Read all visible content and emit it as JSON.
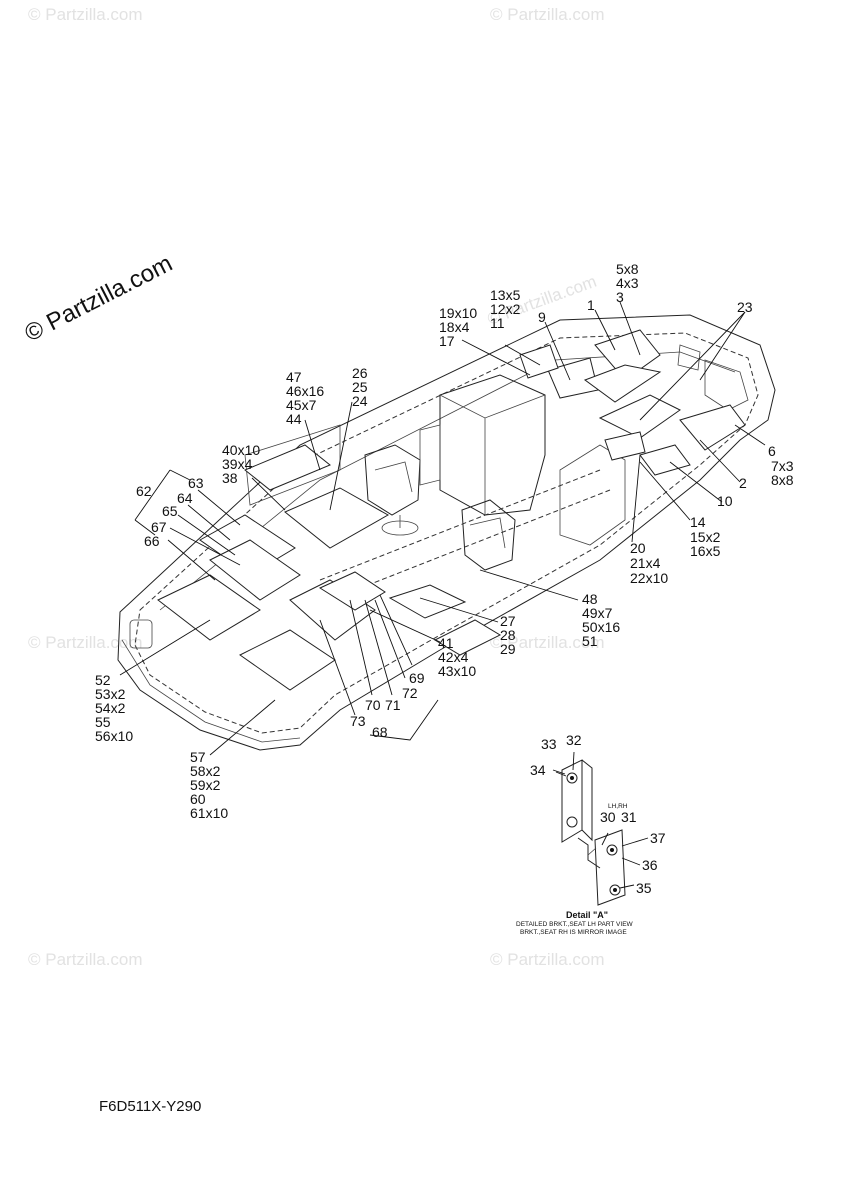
{
  "watermark": {
    "main_text": "© Partzilla.com",
    "repeat_text": "© Partzilla.com"
  },
  "diagram_code": "F6D511X-Y290",
  "detail": {
    "title": "Detail \"A\"",
    "caption_line1": "DETAILED BRKT.,SEAT LH PART VIEW",
    "caption_line2": "BRKT.,SEAT RH IS MIRROR IMAGE",
    "side_note": "LH,RH"
  },
  "callouts": {
    "c5x8": "5x8",
    "c4x3": "4x3",
    "c3": "3",
    "c13x5": "13x5",
    "c12x2": "12x2",
    "c11": "11",
    "c9": "9",
    "c1": "1",
    "c23": "23",
    "c19x10": "19x10",
    "c18x4": "18x4",
    "c17": "17",
    "c47": "47",
    "c46x16": "46x16",
    "c45x7": "45x7",
    "c44": "44",
    "c26": "26",
    "c25": "25",
    "c24": "24",
    "c40x10": "40x10",
    "c39x4": "39x4",
    "c38": "38",
    "c62": "62",
    "c63": "63",
    "c64": "64",
    "c65": "65",
    "c67": "67",
    "c66": "66",
    "c6": "6",
    "c7x3": "7x3",
    "c8x8": "8x8",
    "c2": "2",
    "c10": "10",
    "c14": "14",
    "c15x2": "15x2",
    "c16x5": "16x5",
    "c20": "20",
    "c21x4": "21x4",
    "c22x10": "22x10",
    "c48": "48",
    "c49x7": "49x7",
    "c50x16": "50x16",
    "c51": "51",
    "c27": "27",
    "c28": "28",
    "c29": "29",
    "c41": "41",
    "c42x4": "42x4",
    "c43x10": "43x10",
    "c52": "52",
    "c53x2": "53x2",
    "c54x2": "54x2",
    "c55": "55",
    "c56x10": "56x10",
    "c69": "69",
    "c70": "70",
    "c71": "71",
    "c72": "72",
    "c73": "73",
    "c68": "68",
    "c57": "57",
    "c58x2": "58x2",
    "c59x2": "59x2",
    "c60": "60",
    "c61x10": "61x10",
    "c33": "33",
    "c32": "32",
    "c34": "34",
    "c30": "30",
    "c31": "31",
    "c37": "37",
    "c36": "36",
    "c35": "35"
  }
}
